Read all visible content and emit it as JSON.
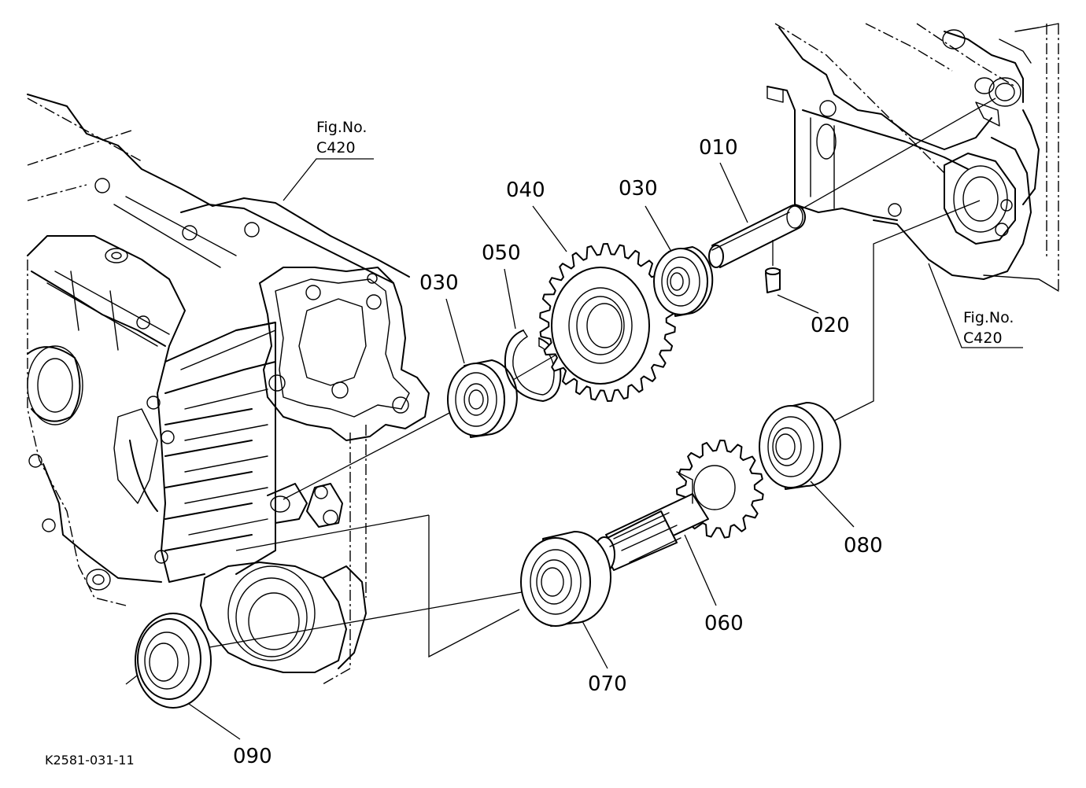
{
  "drawing_code": "K2581-031-11",
  "fig_refs": [
    {
      "line1": "Fig.No.",
      "line2": "C420"
    },
    {
      "line1": "Fig.No.",
      "line2": "C420"
    }
  ],
  "parts": {
    "p010": "010",
    "p020": "020",
    "p030a": "030",
    "p030b": "030",
    "p040": "040",
    "p050": "050",
    "p060": "060",
    "p070": "070",
    "p080": "080",
    "p090": "090"
  }
}
